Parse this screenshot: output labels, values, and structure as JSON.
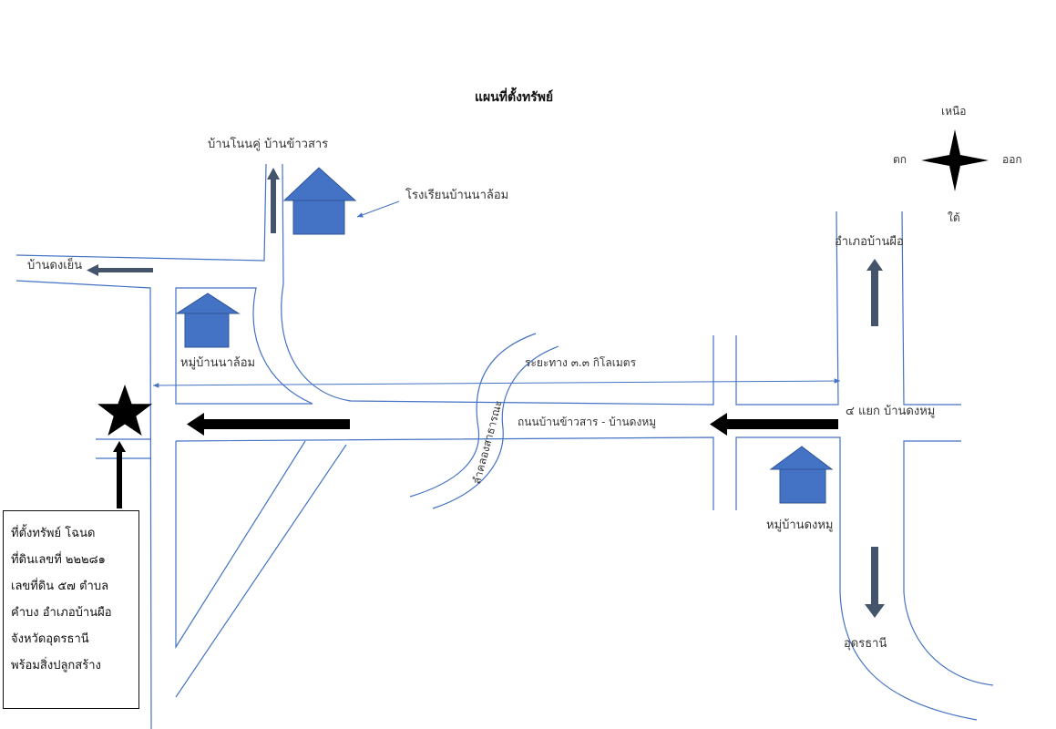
{
  "title": "แผนที่ตั้งทรัพย์",
  "compass": {
    "north": "เหนือ",
    "south": "ใต้",
    "east": "ออก",
    "west": "ตก"
  },
  "labels": {
    "ban_non_khu": "บ้านโนนคู่ บ้านข้าวสาร",
    "school": "โรงเรียนบ้านนาล้อม",
    "ban_dong_yen": "บ้านดงเย็น",
    "mu_ban_na_lom": "หมู่บ้านนาล้อม",
    "distance": "ระยะทาง ๓.๓ กิโลเมตร",
    "road": "ถนนบ้านข้าวสาร - บ้านดงหมู",
    "canal": "ลำคลองสาธารณะ",
    "amphoe_ban_phue": "อำเภอบ้านผือ",
    "intersection": "๔ แยก บ้านดงหมู",
    "mu_ban_dong_mu": "หมู่บ้านดงหมู",
    "udon_thani": "อุดรธานี"
  },
  "info_box": {
    "lines": [
      "ที่ตั้งทรัพย์ โฉนด",
      "ที่ดินเลขที่ ๒๒๒๘๑",
      "เลขที่ดิน ๕๗ ตำบล",
      "คำบง อำเภอบ้านผือ",
      "จังหวัดอุดรธานี",
      "พร้อมสิ่งปลูกสร้าง"
    ]
  },
  "colors": {
    "road_line": "#4472c4",
    "house_fill": "#4472c4",
    "house_stroke": "#2f5597",
    "arrow_dark": "#44546a",
    "arrow_black": "#000000"
  }
}
